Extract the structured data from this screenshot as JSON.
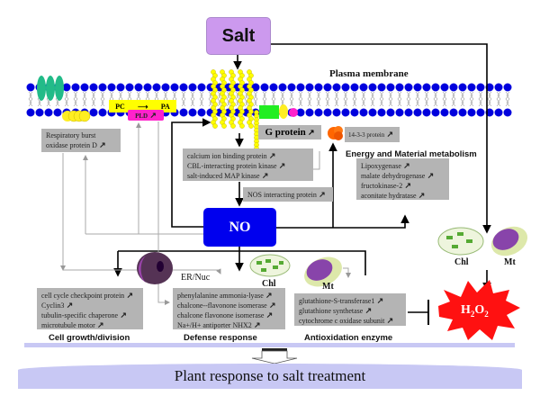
{
  "stimulus": {
    "label": "Salt"
  },
  "membrane": {
    "label": "Plasma membrane"
  },
  "signaling": {
    "pc_label": "PC",
    "pa_label": "PA",
    "pld_label": "PLD",
    "g_protein_label": "G protein",
    "protein_1433_label": "14-3-3 protein"
  },
  "central": {
    "label": "NO"
  },
  "boxes": {
    "respiratory": [
      "Respiratory burst",
      "oxidase protein D"
    ],
    "calcium": [
      "calcium ion binding protein",
      "CBL-interacting protein kinase",
      "salt-induced MAP kinase"
    ],
    "nos": [
      "NOS interacting protein"
    ],
    "energy": [
      "Lipoxygenase",
      "malate dehydrogenase",
      "fructokinase-2",
      "aconitate hydratase"
    ],
    "cell_growth": [
      "cell cycle checkpoint protein",
      "Cyclin3",
      "tubulin-specific chaperone",
      "microtubule motor"
    ],
    "defense": [
      "phenylalanine ammonia-lyase",
      "chalcone--flavonone isomerase",
      "chalcone flavonone isomerase",
      "Na+/H+ antiporter NHX2"
    ],
    "antioxidation": [
      "glutathione-S-transferase1",
      "glutathione synthetase",
      "cytochrome c oxidase subunit"
    ]
  },
  "captions": {
    "energy": "Energy and Material metabolism",
    "cell_growth": "Cell growth/division",
    "defense": "Defense response",
    "antioxidation": "Antioxidation enzyme"
  },
  "organelles": {
    "er_nuc": "ER/Nuc",
    "chl": "Chl",
    "mt": "Mt"
  },
  "outcome": {
    "h2o2": "H2O2"
  },
  "conclusion": "Plant response to salt treatment",
  "colors": {
    "salt": "#cc99ee",
    "no": "#0000ee",
    "membrane_head": "#0000dd",
    "receptor": "#ffff00",
    "box_gray": "#b4b4b4",
    "h2o2": "#ff0000",
    "footer": "#c8c8f4"
  }
}
